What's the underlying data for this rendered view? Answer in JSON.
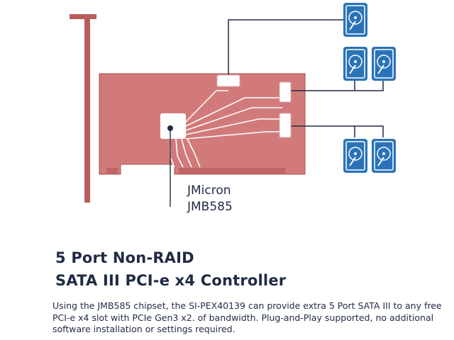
{
  "chip": {
    "label_line1": "JMicron",
    "label_line2": "JMB585"
  },
  "headline": {
    "line1": "5 Port Non-RAID",
    "line2": "SATA III PCI-e x4 Controller"
  },
  "description": "Using the JMB585 chipset, the SI-PEX40139 can provide extra 5 Port SATA III to any free PCI-e x4 slot with PCIe Gen3 x2. of bandwidth. Plug-and-Play supported, no additional software installation or settings required.",
  "colors": {
    "board": "#d27a7a",
    "board_stroke": "#a85050",
    "drive": "#2a73b8",
    "line": "#1f2a44",
    "bracket": "#b85c5c"
  },
  "drives": [
    {
      "icon": "hard-drive-icon"
    },
    {
      "icon": "hard-drive-icon"
    },
    {
      "icon": "hard-drive-icon"
    },
    {
      "icon": "hard-drive-icon"
    },
    {
      "icon": "hard-drive-icon"
    }
  ]
}
